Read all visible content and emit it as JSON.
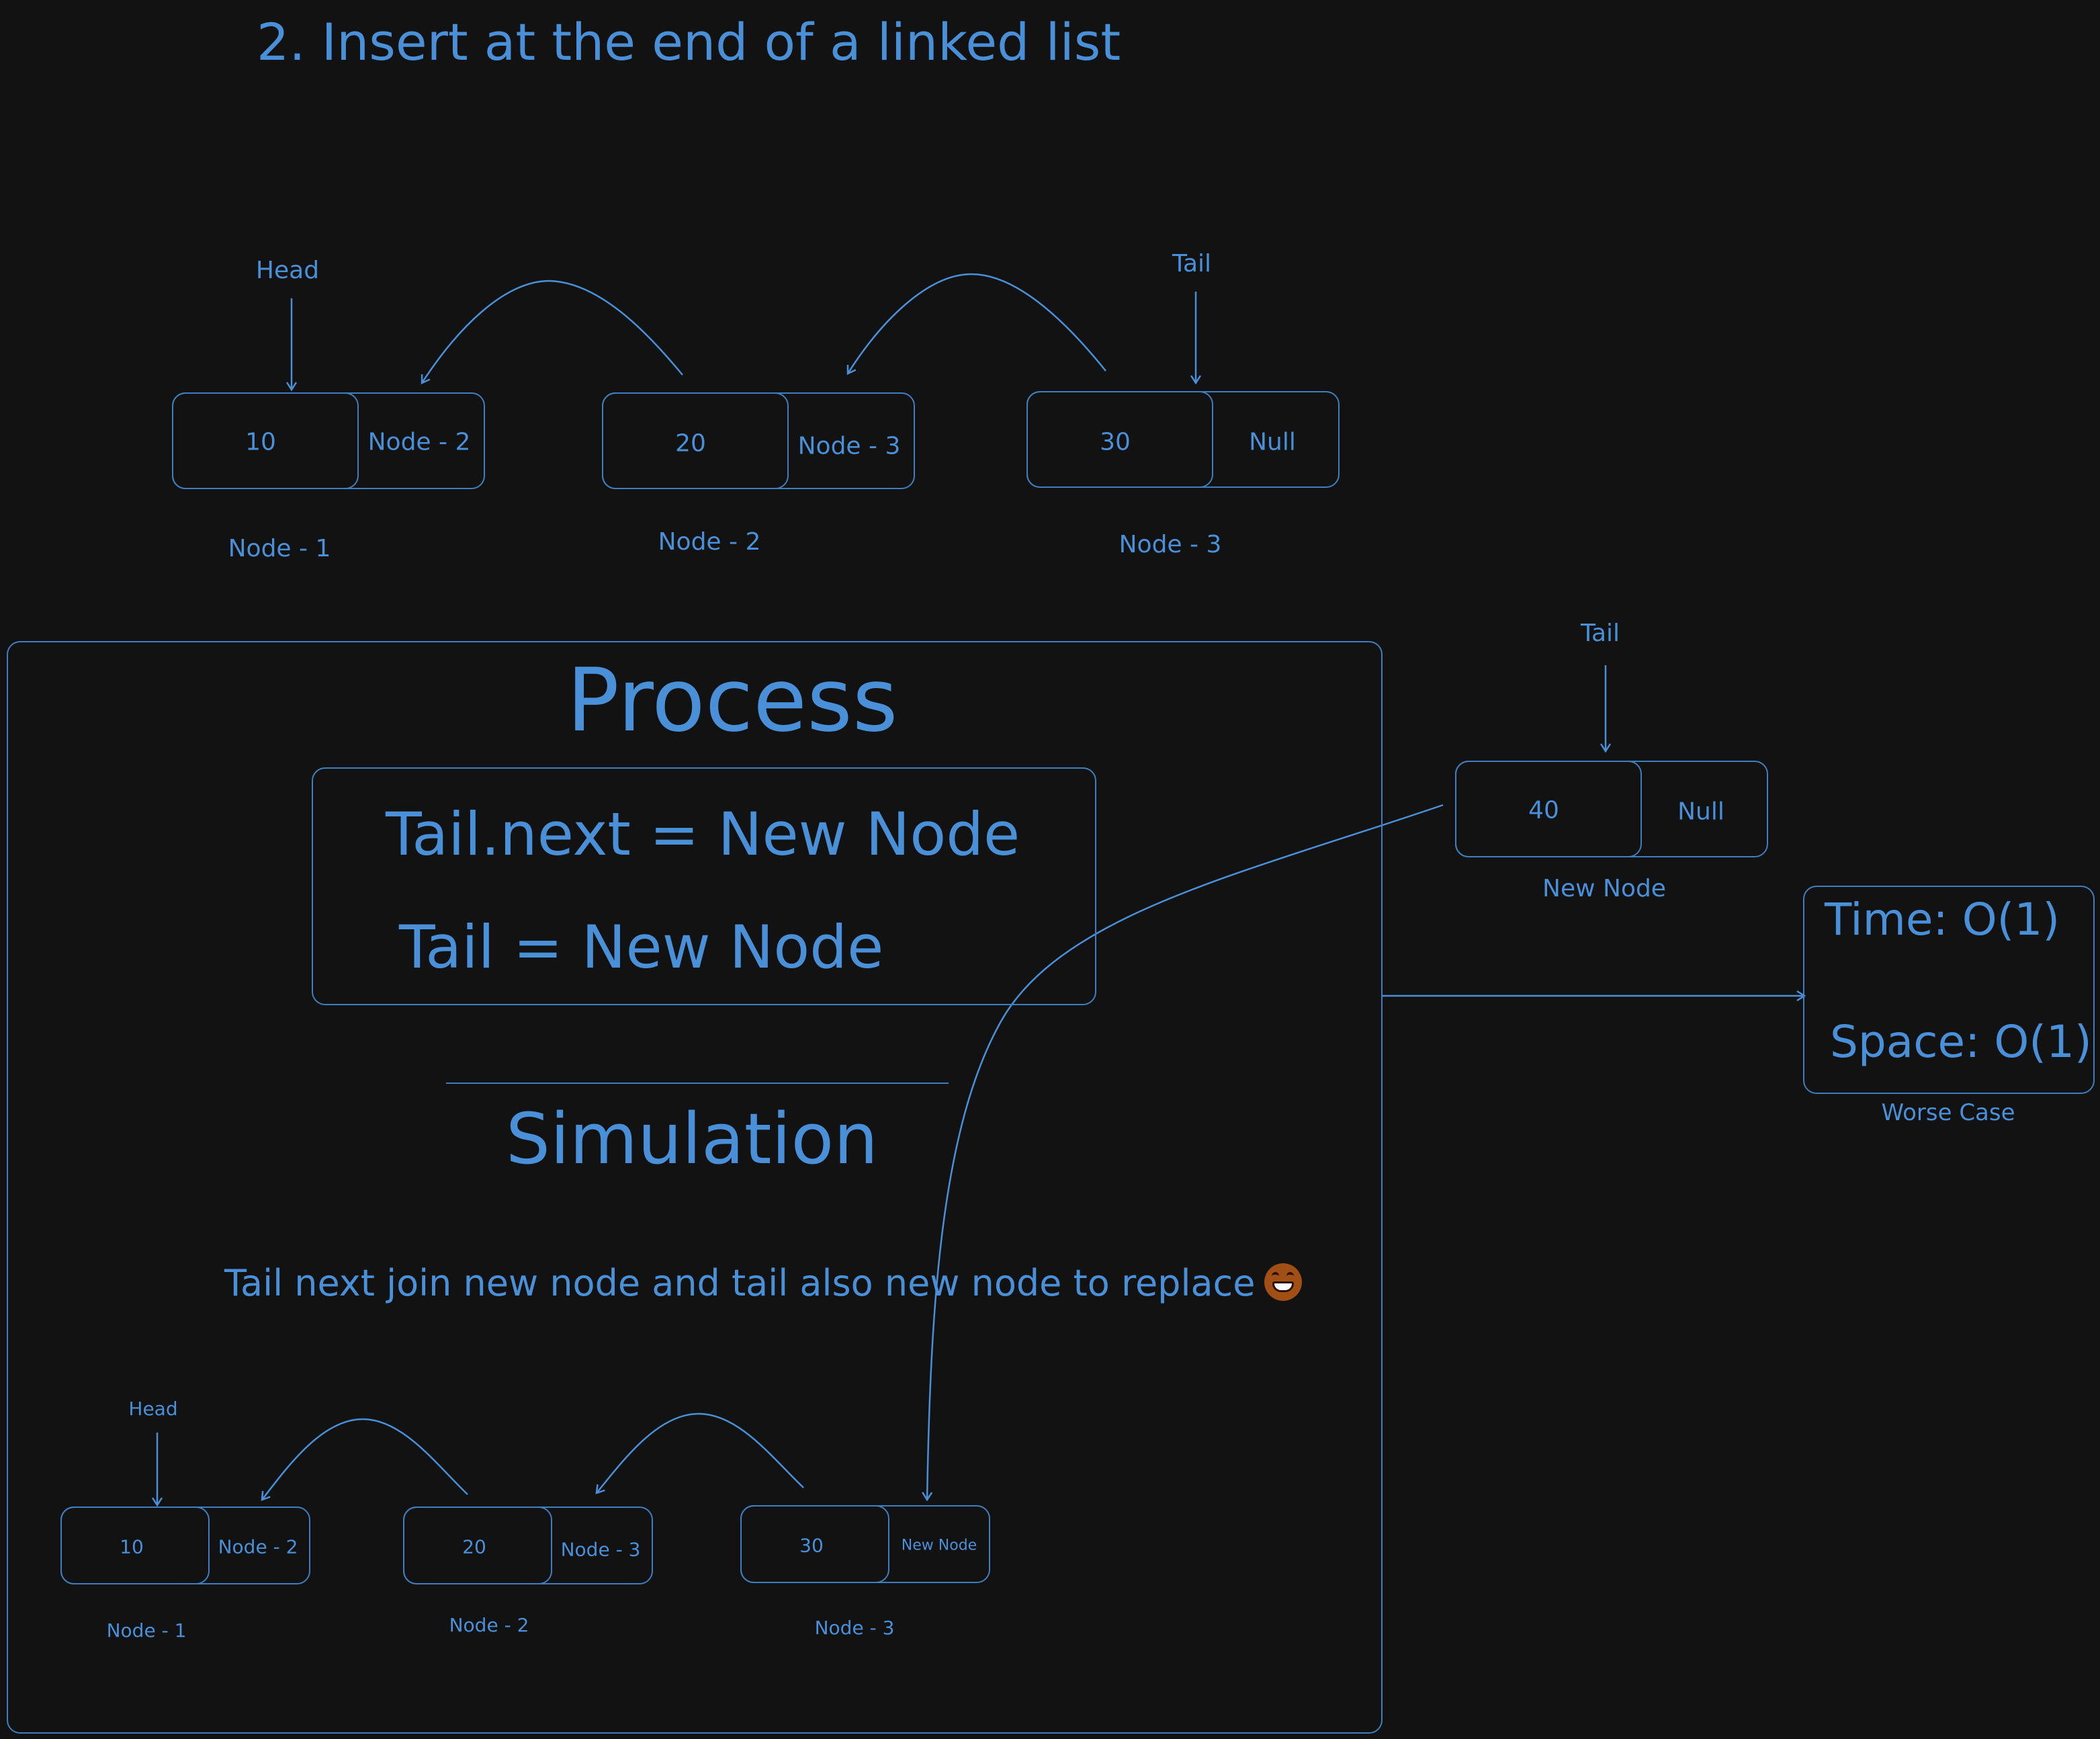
{
  "title": "2. Insert at the end of a linked list",
  "top_list": {
    "head_label": "Head",
    "tail_label": "Tail",
    "nodes": [
      {
        "value": "10",
        "next": "Node - 2",
        "caption": "Node - 1"
      },
      {
        "value": "20",
        "next": "Node - 3",
        "caption": "Node - 2"
      },
      {
        "value": "30",
        "next": "Null",
        "caption": "Node - 3"
      }
    ]
  },
  "new_node": {
    "tail_label": "Tail",
    "value": "40",
    "next": "Null",
    "caption": "New Node"
  },
  "process": {
    "heading": "Process",
    "line1": "Tail.next = New Node",
    "line2": "Tail = New Node",
    "simulation_heading": "Simulation",
    "description": "Tail next join new node and tail also new node to replace",
    "emoji_icon": "grinning-face-icon"
  },
  "simulation_list": {
    "head_label": "Head",
    "nodes": [
      {
        "value": "10",
        "next": "Node - 2",
        "caption": "Node - 1"
      },
      {
        "value": "20",
        "next": "Node - 3",
        "caption": "Node - 2"
      },
      {
        "value": "30",
        "next": "New Node",
        "caption": "Node - 3"
      }
    ]
  },
  "complexity": {
    "time": "Time: O(1)",
    "space": "Space: O(1)",
    "caption": "Worse Case"
  },
  "colors": {
    "background": "#121212",
    "accent": "#4a90d9",
    "stroke": "#3f7fbf"
  }
}
